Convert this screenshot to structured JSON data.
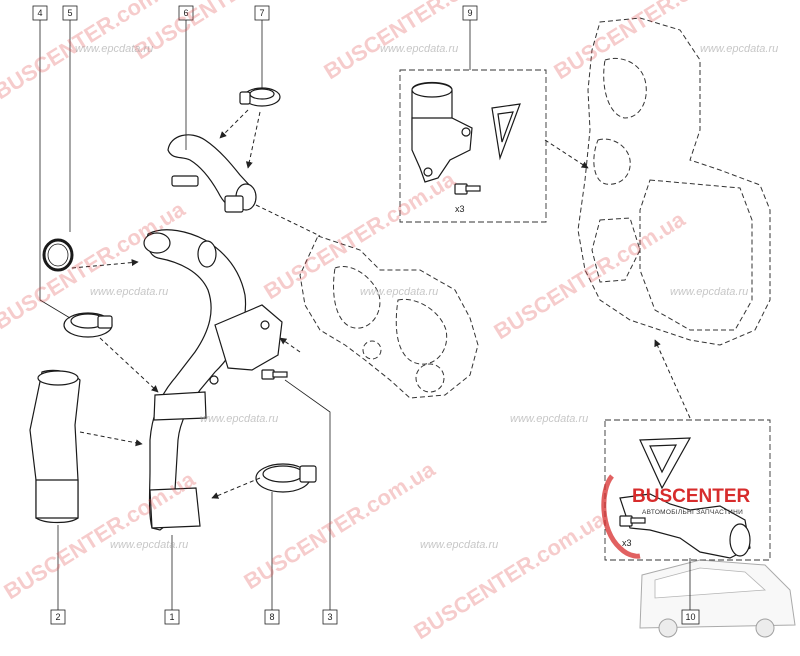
{
  "callouts": {
    "c1": "1",
    "c2": "2",
    "c3": "3",
    "c4": "4",
    "c5": "5",
    "c6": "6",
    "c7": "7",
    "c8": "8",
    "c9": "9",
    "c10": "10"
  },
  "quantity_labels": {
    "box9": "x3",
    "box10": "x3"
  },
  "brand": {
    "name": "BUSCENTER",
    "tagline": "АВТОМОБІЛЬНІ ЗАПЧАСТИНИ"
  },
  "watermarks": {
    "site": "www.epcdata.ru",
    "shop": "BUSCENTER.com.ua"
  },
  "colors": {
    "watermark_red": "#e24a4a",
    "brand_red": "#d72c2c",
    "line": "#1a1a1a"
  }
}
